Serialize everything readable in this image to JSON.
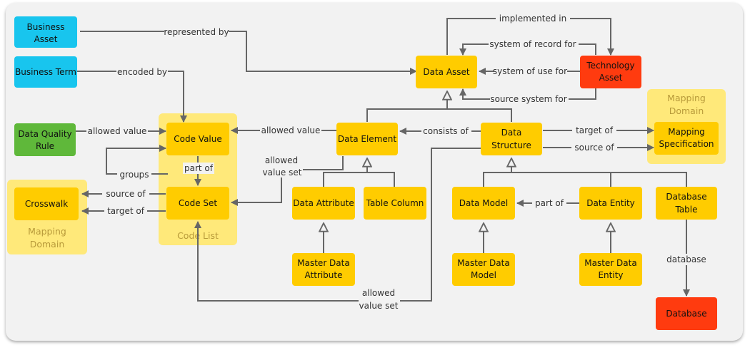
{
  "colors": {
    "yellow": "#ffcc00",
    "cyan": "#18c5ee",
    "green": "#5fb83a",
    "red": "#ff3b0f",
    "region": "#ffe97a",
    "edge": "#666666"
  },
  "regions": {
    "code_list": "Code List",
    "mapping_domain_right": [
      "Mapping",
      "Domain"
    ],
    "mapping_domain_left": [
      "Mapping",
      "Domain"
    ]
  },
  "nodes": {
    "business_asset": [
      "Business",
      "Asset"
    ],
    "business_term": [
      "Business Term"
    ],
    "data_quality_rule": [
      "Data Quality",
      "Rule"
    ],
    "crosswalk": [
      "Crosswalk"
    ],
    "code_value": [
      "Code Value"
    ],
    "code_set": [
      "Code Set"
    ],
    "data_asset": [
      "Data Asset"
    ],
    "technology_asset": [
      "Technology",
      "Asset"
    ],
    "data_element": [
      "Data Element"
    ],
    "data_structure": [
      "Data",
      "Structure"
    ],
    "mapping_specification": [
      "Mapping",
      "Specification"
    ],
    "data_attribute": [
      "Data Attribute"
    ],
    "table_column": [
      "Table Column"
    ],
    "data_model": [
      "Data Model"
    ],
    "data_entity": [
      "Data Entity"
    ],
    "database_table": [
      "Database",
      "Table"
    ],
    "master_data_attribute": [
      "Master Data",
      "Attribute"
    ],
    "master_data_model": [
      "Master Data",
      "Model"
    ],
    "master_data_entity": [
      "Master Data",
      "Entity"
    ],
    "database": [
      "Database"
    ]
  },
  "edge_labels": {
    "represented_by": "represented by",
    "encoded_by": "encoded by",
    "allowed_value_dq": "allowed value",
    "allowed_value_de": "allowed value",
    "groups": "groups",
    "part_of_cv": "part of",
    "source_of_cw": "source of",
    "target_of_cw": "target of",
    "allowed_value_set_de": [
      "allowed",
      "value set"
    ],
    "implemented_in": "implemented in",
    "system_of_record_for": "system of record for",
    "system_of_use_for": "system of use for",
    "source_system_for": "source system for",
    "consists_of": "consists of",
    "target_of_ms": "target of",
    "source_of_ms": "source of",
    "part_of_dm": "part of",
    "database": "database",
    "allowed_value_set_ds": [
      "allowed",
      "value set"
    ]
  }
}
